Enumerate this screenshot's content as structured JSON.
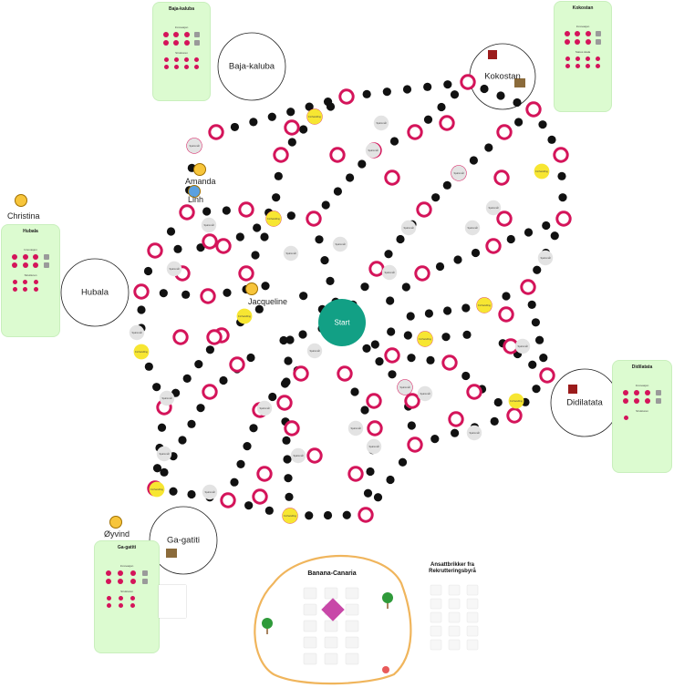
{
  "board": {
    "start_label": "Start",
    "sporsmal_label": "Spørsmål",
    "forhandling_label": "Forhandling",
    "colors": {
      "start": "#12a085",
      "pink": "#d4145a",
      "yellow": "#f7e632",
      "gray": "#e3e3e3",
      "black": "#111111",
      "panel": "#dcfbd0"
    }
  },
  "areas": {
    "baja": "Baja-kaluba",
    "kokostan": "Kokostan",
    "hubala": "Hubala",
    "didilatata": "Didilatata",
    "gagatiti": "Ga-gatiti"
  },
  "players": {
    "amanda": "Amanda",
    "linh": "Linh",
    "christina": "Christina",
    "jacqueline": "Jacqueline",
    "oyvind": "Øyvind"
  },
  "panels": {
    "baja": {
      "title": "Baja-kaluba",
      "sub1": "Innovasjon",
      "sub2": "Strukturen"
    },
    "kokostan": {
      "title": "Kokostan",
      "sub1": "Innovasjon",
      "sub2": "Status skala"
    },
    "hubala": {
      "title": "Hubala",
      "sub1": "Innovasjon",
      "sub2": "Strukturen"
    },
    "didilatata": {
      "title": "Didilatata",
      "sub1": "Innovasjon",
      "sub2": "Strukturen"
    },
    "gagatiti": {
      "title": "Ga-gatiti",
      "sub1": "Innovasjon",
      "sub2": "Strukturen"
    }
  },
  "island": {
    "title": "Banana-Canaria"
  },
  "recruitment": {
    "title": "Ansattbrikker fra Rekrutteringsbyrå"
  }
}
